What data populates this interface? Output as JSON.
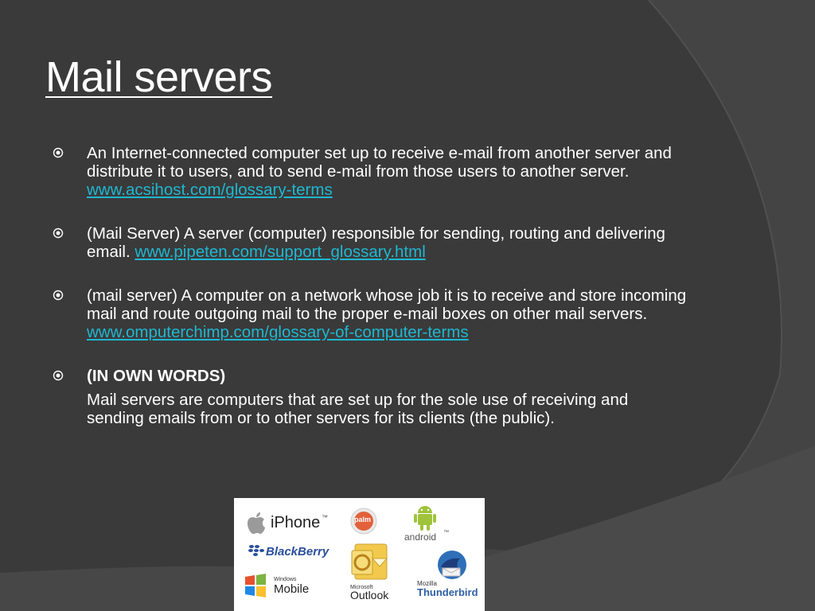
{
  "slide": {
    "title": "Mail servers",
    "bullets": [
      {
        "text": " An Internet-connected computer set up to receive e-mail from another server and distribute it to users, and to send e-mail from those users to another server. ",
        "link": "www.acsihost.com/glossary-terms"
      },
      {
        "text": "(Mail Server) A server (computer) responsible for sending, routing and delivering email. ",
        "link": "www.pipeten.com/support_glossary.html"
      },
      {
        "text": "(mail server) A computer on a network whose job it is to receive and store incoming mail and route outgoing mail to the proper e-mail boxes on other mail servers.",
        "link": " www.omputerchimp.com/glossary-of-computer-terms"
      },
      {
        "heading": "(IN OWN WORDS)",
        "text": "Mail servers are computers that are set up for the sole use of receiving and sending emails from or to other servers for its clients (the public)."
      }
    ]
  },
  "logos": {
    "iphone": "iPhone",
    "iphone_tm": "™",
    "palm": "palm",
    "android": "android",
    "android_tm": "™",
    "blackberry": "BlackBerry",
    "windows_small": "Windows",
    "mobile": "Mobile",
    "microsoft_small": "Microsoft",
    "outlook": "Outlook",
    "mozilla_small": "Mozilla",
    "thunderbird": "Thunderbird"
  },
  "colors": {
    "background": "#3b3b3b",
    "link": "#1fb7d0",
    "text": "#ffffff"
  }
}
